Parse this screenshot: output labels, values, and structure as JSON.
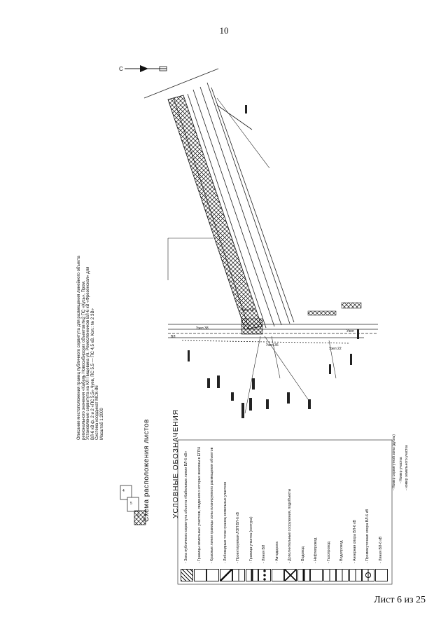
{
  "page_number": "10",
  "sheet_label": "Лист 6 из 25",
  "north_label": "С",
  "header_lines": [
    "Описание местоположения границ публичного сервитута для размещения линейного объекта",
    "регионального значения «Кабель Новосибирских объектов №2 ПС «Кусь», Пром.",
    "Установление сервитута на КЛ Пищевика ул. Ремесленников ВЛ-6 кВ «Фрезенская» для",
    "ВЛ-6 кВ ф. 2 и 2 «ПС 5.5» Чуев,  ПС 5.5 — ПС 4,5 кВ. Кол.: № 2 ЗВ»",
    "Система координат МСК-86",
    "Масштаб 1:2000"
  ],
  "scheme_title": "Схема расположения листов",
  "scheme_sheets": [
    "4",
    "5",
    "6"
  ],
  "legend_title": "УСЛОВНЫЕ ОБОЗНАЧЕНИЯ",
  "legend_items": [
    {
      "symbol": "hatch",
      "text": "- Зона публичного сервитута объекта «Кабельные линии ВЛ-6 кВ»"
    },
    {
      "symbol": "box",
      "text": "- Границы земельных участков, сведения о которых внесены в ЕГРН"
    },
    {
      "symbol": "box",
      "text": "- Красные линии границы зоны планируемого размещения объектов"
    },
    {
      "symbol": "arrow",
      "text": "- Либовидные точки границ земельных участков"
    },
    {
      "symbol": "line",
      "text": "- Проектируемая ЛЭП ВЛ-6 кВ"
    },
    {
      "symbol": "dash",
      "text": "- Граница участка (контура)"
    },
    {
      "symbol": "dotline",
      "text": "- Линия ВЛ"
    },
    {
      "symbol": "box",
      "text": "- Автодорога"
    },
    {
      "symbol": "cross",
      "text": "- Дополнительные сооружения, подобъекты"
    },
    {
      "symbol": "dash",
      "text": "- Водовод"
    },
    {
      "symbol": "box",
      "text": "- Нефтепровод"
    },
    {
      "symbol": "line",
      "text": "- Газопровод"
    },
    {
      "symbol": "line",
      "text": "- Водопровод"
    },
    {
      "symbol": "tri",
      "text": "- Анкерная опора ВЛ-6 кВ"
    },
    {
      "symbol": "circ",
      "text": "- Промежуточная опора ВЛ-6 кВ"
    },
    {
      "symbol": "wb",
      "text": "- Линия ВЛ-6 кВ"
    }
  ],
  "legend_notes": [
    "- Номер сервитутной зоны (дубль)",
    "- Номер участка",
    "- номер земельного участка"
  ],
  "map_labels": [
    "Узел 16",
    "ВЛ",
    "Узел",
    "Узел 38",
    "Узел 36",
    "Узел 22"
  ]
}
